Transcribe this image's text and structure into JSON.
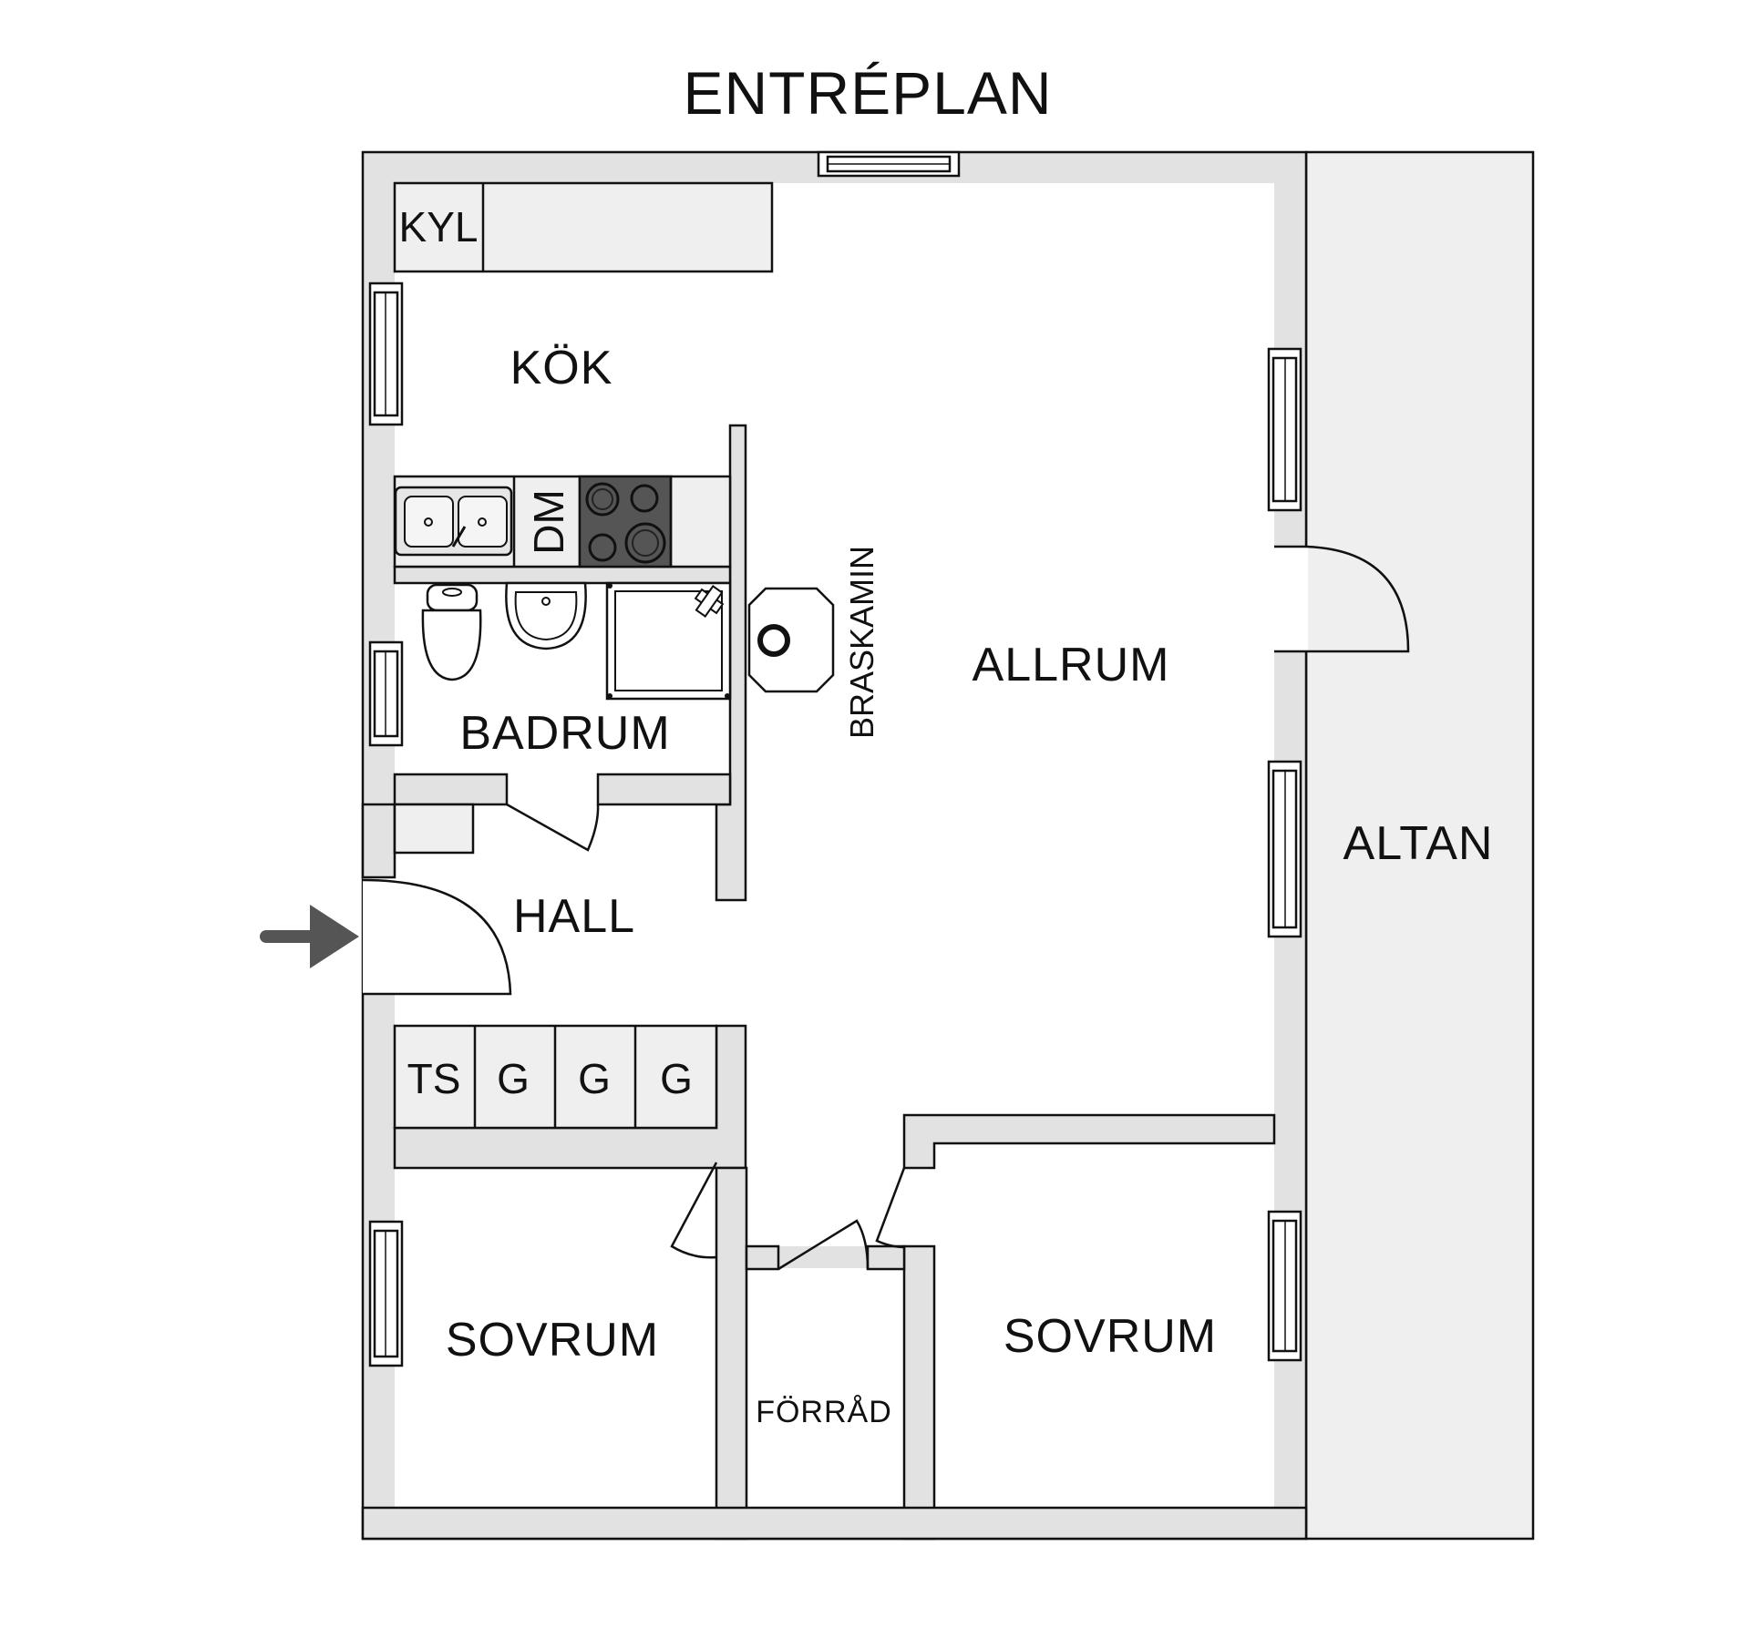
{
  "title": "ENTRÉPLAN",
  "rooms": {
    "kitchen": "KÖK",
    "fridge": "KYL",
    "dishwasher": "DM",
    "bathroom": "BADRUM",
    "hall": "HALL",
    "living_room": "ALLRUM",
    "fireplace": "BRASKAMIN",
    "terrace": "ALTAN",
    "bedroom_left": "SOVRUM",
    "bedroom_right": "SOVRUM",
    "storage": "FÖRRÅD"
  },
  "closets": [
    "TS",
    "G",
    "G",
    "G"
  ],
  "colors": {
    "wall": "#e2e2e2",
    "outline": "#111111",
    "fixture": "#efefef",
    "stove": "#555555",
    "arrow": "#555555"
  }
}
